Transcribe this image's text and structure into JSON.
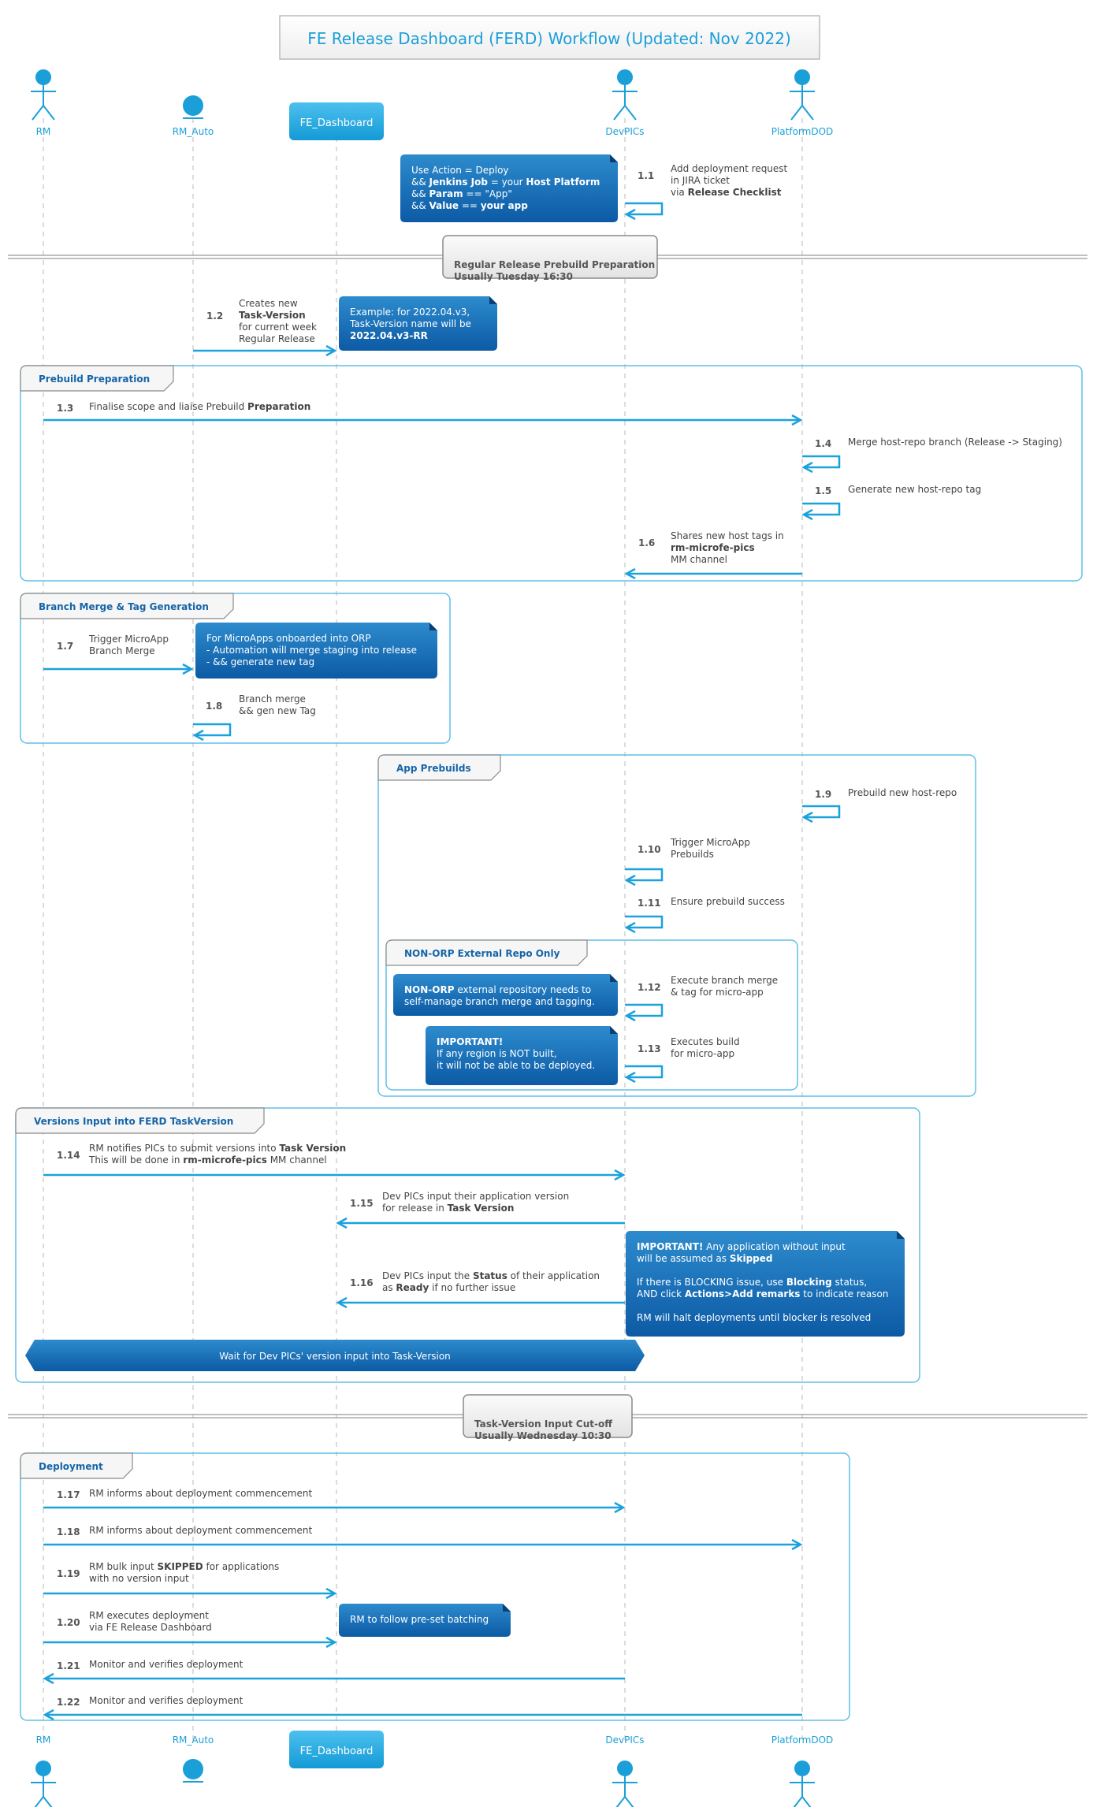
{
  "title": "FE Release Dashboard (FERD) Workflow (Updated: Nov 2022)",
  "colors": {
    "accent": "#1ba1dc",
    "note_dark": "#0f5ea8",
    "note_light": "#2b86c7",
    "heading": "#1565a8",
    "participant": "#1b9fd9",
    "text": "#444444"
  },
  "participants": [
    {
      "id": "RM",
      "label": "RM",
      "shape": "actor"
    },
    {
      "id": "RM_Auto",
      "label": "RM_Auto",
      "shape": "entity"
    },
    {
      "id": "FE_Dashboard",
      "label": "FE_Dashboard",
      "shape": "box"
    },
    {
      "id": "DevPICs",
      "label": "DevPICs",
      "shape": "actor"
    },
    {
      "id": "PlatformDOD",
      "label": "PlatformDOD",
      "shape": "actor"
    }
  ],
  "dividers": [
    {
      "id": "d1",
      "lines": [
        "Regular Release Prebuild Preparation",
        "Usually Tuesday 16:30"
      ]
    },
    {
      "id": "d2",
      "lines": [
        "Task-Version Input Cut-off",
        "Usually Wednesday 10:30"
      ]
    }
  ],
  "groups": [
    {
      "id": "g1",
      "label": "Prebuild Preparation"
    },
    {
      "id": "g2",
      "label": "Branch Merge & Tag Generation"
    },
    {
      "id": "g3",
      "label": "App Prebuilds"
    },
    {
      "id": "g4",
      "label": "NON-ORP External Repo Only"
    },
    {
      "id": "g5",
      "label": "Versions Input into FERD TaskVersion"
    },
    {
      "id": "g6",
      "label": "Deployment"
    }
  ],
  "messages": [
    {
      "num": "1.1",
      "from": "DevPICs",
      "to": "DevPICs",
      "lines": [
        [
          {
            "t": "Add deployment request"
          }
        ],
        [
          {
            "t": "in JIRA ticket"
          }
        ],
        [
          {
            "t": "via "
          },
          {
            "t": "Release Checklist",
            "b": true
          }
        ]
      ]
    },
    {
      "num": "1.2",
      "from": "RM_Auto",
      "to": "FE_Dashboard",
      "lines": [
        [
          {
            "t": "Creates new"
          }
        ],
        [
          {
            "t": "Task-Version",
            "b": true
          }
        ],
        [
          {
            "t": "for current week"
          }
        ],
        [
          {
            "t": "Regular Release"
          }
        ]
      ]
    },
    {
      "num": "1.3",
      "from": "RM",
      "to": "PlatformDOD",
      "lines": [
        [
          {
            "t": "Finalise scope and liaise Prebuild "
          },
          {
            "t": "Preparation",
            "b": true
          }
        ]
      ]
    },
    {
      "num": "1.4",
      "from": "PlatformDOD",
      "to": "PlatformDOD",
      "lines": [
        [
          {
            "t": "Merge host-repo branch (Release -> Staging)"
          }
        ]
      ]
    },
    {
      "num": "1.5",
      "from": "PlatformDOD",
      "to": "PlatformDOD",
      "lines": [
        [
          {
            "t": "Generate new host-repo tag"
          }
        ]
      ]
    },
    {
      "num": "1.6",
      "from": "PlatformDOD",
      "to": "DevPICs",
      "lines": [
        [
          {
            "t": "Shares new host tags in"
          }
        ],
        [
          {
            "t": "rm-microfe-pics",
            "b": true
          }
        ],
        [
          {
            "t": "MM channel"
          }
        ]
      ]
    },
    {
      "num": "1.7",
      "from": "RM",
      "to": "RM_Auto",
      "lines": [
        [
          {
            "t": "Trigger MicroApp"
          }
        ],
        [
          {
            "t": "Branch Merge"
          }
        ]
      ]
    },
    {
      "num": "1.8",
      "from": "RM_Auto",
      "to": "RM_Auto",
      "lines": [
        [
          {
            "t": "Branch merge"
          }
        ],
        [
          {
            "t": "&& gen new Tag"
          }
        ]
      ]
    },
    {
      "num": "1.9",
      "from": "PlatformDOD",
      "to": "PlatformDOD",
      "lines": [
        [
          {
            "t": "Prebuild new host-repo"
          }
        ]
      ]
    },
    {
      "num": "1.10",
      "from": "DevPICs",
      "to": "DevPICs",
      "lines": [
        [
          {
            "t": "Trigger MicroApp"
          }
        ],
        [
          {
            "t": "Prebuilds"
          }
        ]
      ]
    },
    {
      "num": "1.11",
      "from": "DevPICs",
      "to": "DevPICs",
      "lines": [
        [
          {
            "t": "Ensure prebuild success"
          }
        ]
      ]
    },
    {
      "num": "1.12",
      "from": "DevPICs",
      "to": "DevPICs",
      "lines": [
        [
          {
            "t": "Execute branch merge"
          }
        ],
        [
          {
            "t": "& tag for micro-app"
          }
        ]
      ]
    },
    {
      "num": "1.13",
      "from": "DevPICs",
      "to": "DevPICs",
      "lines": [
        [
          {
            "t": "Executes build"
          }
        ],
        [
          {
            "t": "for micro-app"
          }
        ]
      ]
    },
    {
      "num": "1.14",
      "from": "RM",
      "to": "DevPICs",
      "lines": [
        [
          {
            "t": "RM notifies PICs to submit versions into "
          },
          {
            "t": "Task Version",
            "b": true
          }
        ],
        [
          {
            "t": "This will be done in "
          },
          {
            "t": "rm-microfe-pics",
            "b": true
          },
          {
            "t": " MM channel"
          }
        ]
      ]
    },
    {
      "num": "1.15",
      "from": "DevPICs",
      "to": "FE_Dashboard",
      "lines": [
        [
          {
            "t": "Dev PICs input their application version"
          }
        ],
        [
          {
            "t": "for release in "
          },
          {
            "t": "Task Version",
            "b": true
          }
        ]
      ]
    },
    {
      "num": "1.16",
      "from": "DevPICs",
      "to": "FE_Dashboard",
      "lines": [
        [
          {
            "t": "Dev PICs input the "
          },
          {
            "t": "Status",
            "b": true
          },
          {
            "t": " of their application"
          }
        ],
        [
          {
            "t": "as "
          },
          {
            "t": "Ready",
            "b": true
          },
          {
            "t": " if no further issue"
          }
        ]
      ]
    },
    {
      "num": "1.17",
      "from": "RM",
      "to": "DevPICs",
      "lines": [
        [
          {
            "t": "RM informs about deployment commencement"
          }
        ]
      ]
    },
    {
      "num": "1.18",
      "from": "RM",
      "to": "PlatformDOD",
      "lines": [
        [
          {
            "t": "RM informs about deployment commencement"
          }
        ]
      ]
    },
    {
      "num": "1.19",
      "from": "RM",
      "to": "FE_Dashboard",
      "lines": [
        [
          {
            "t": "RM bulk input "
          },
          {
            "t": "SKIPPED",
            "b": true
          },
          {
            "t": " for applications"
          }
        ],
        [
          {
            "t": "with no version input"
          }
        ]
      ]
    },
    {
      "num": "1.20",
      "from": "RM",
      "to": "FE_Dashboard",
      "lines": [
        [
          {
            "t": "RM executes deployment"
          }
        ],
        [
          {
            "t": "via FE Release Dashboard"
          }
        ]
      ]
    },
    {
      "num": "1.21",
      "from": "DevPICs",
      "to": "RM",
      "lines": [
        [
          {
            "t": "Monitor and verifies deployment"
          }
        ]
      ]
    },
    {
      "num": "1.22",
      "from": "PlatformDOD",
      "to": "RM",
      "lines": [
        [
          {
            "t": "Monitor and verifies deployment"
          }
        ]
      ]
    }
  ],
  "notes": [
    {
      "id": "n1",
      "lines": [
        [
          {
            "t": "Use Action = Deploy"
          }
        ],
        [
          {
            "t": "&& "
          },
          {
            "t": "Jenkins Job",
            "b": true
          },
          {
            "t": " = your "
          },
          {
            "t": "Host Platform",
            "b": true
          }
        ],
        [
          {
            "t": "&& "
          },
          {
            "t": "Param",
            "b": true
          },
          {
            "t": " == \"App\""
          }
        ],
        [
          {
            "t": "&& "
          },
          {
            "t": "Value",
            "b": true
          },
          {
            "t": " == "
          },
          {
            "t": "your app",
            "b": true
          }
        ]
      ]
    },
    {
      "id": "n2",
      "lines": [
        [
          {
            "t": "Example: for 2022.04.v3,"
          }
        ],
        [
          {
            "t": "Task-Version name will be"
          }
        ],
        [
          {
            "t": "2022.04.v3-RR",
            "b": true
          }
        ]
      ]
    },
    {
      "id": "n3",
      "lines": [
        [
          {
            "t": "For MicroApps onboarded into ORP"
          }
        ],
        [
          {
            "t": "- Automation will merge staging into release"
          }
        ],
        [
          {
            "t": "- && generate new tag"
          }
        ]
      ]
    },
    {
      "id": "n4",
      "lines": [
        [
          {
            "t": "NON-ORP",
            "b": true
          },
          {
            "t": " external repository needs to"
          }
        ],
        [
          {
            "t": "self-manage branch merge and tagging."
          }
        ]
      ]
    },
    {
      "id": "n5",
      "lines": [
        [
          {
            "t": "IMPORTANT!",
            "b": true
          }
        ],
        [
          {
            "t": "If any region is NOT built,"
          }
        ],
        [
          {
            "t": "it will not be able to be deployed."
          }
        ]
      ]
    },
    {
      "id": "n6",
      "lines": [
        [
          {
            "t": "IMPORTANT!",
            "b": true
          },
          {
            "t": " Any application without input"
          }
        ],
        [
          {
            "t": "will be assumed as "
          },
          {
            "t": "Skipped",
            "b": true
          }
        ],
        [
          {
            "t": ""
          }
        ],
        [
          {
            "t": "If there is BLOCKING issue, use "
          },
          {
            "t": "Blocking",
            "b": true
          },
          {
            "t": " status,"
          }
        ],
        [
          {
            "t": "AND click "
          },
          {
            "t": "Actions>Add remarks",
            "b": true
          },
          {
            "t": " to indicate reason"
          }
        ],
        [
          {
            "t": ""
          }
        ],
        [
          {
            "t": "RM will halt deployments until blocker is resolved"
          }
        ]
      ]
    },
    {
      "id": "n7",
      "lines": [
        [
          {
            "t": "RM to follow pre-set batching"
          }
        ]
      ]
    }
  ],
  "hnote": {
    "text": "Wait for Dev PICs' version input into Task-Version"
  }
}
